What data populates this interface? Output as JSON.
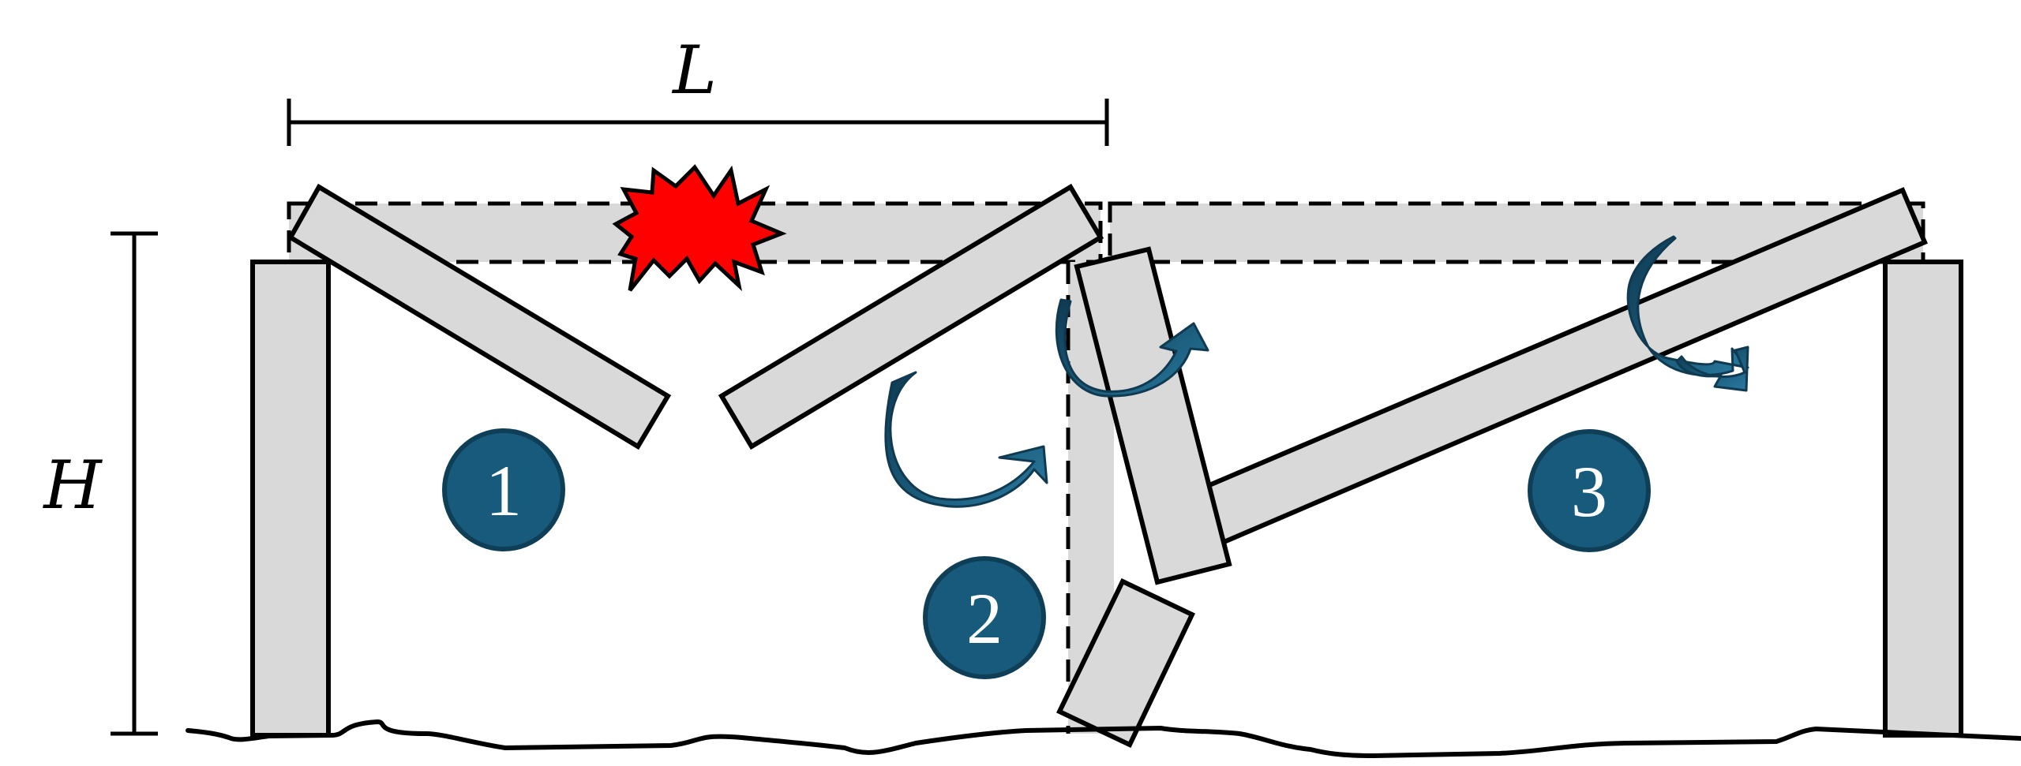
{
  "dimensions": {
    "span_label": "L",
    "height_label": "H"
  },
  "mechanisms": [
    {
      "number": "1"
    },
    {
      "number": "2"
    },
    {
      "number": "3"
    }
  ],
  "colors": {
    "member_fill": "#d9d9d9",
    "outline": "#000000",
    "badge_fill": "#175a7b",
    "badge_stroke": "#0f3f56",
    "arrow_fill": "#1a5a78",
    "arrow_shadow": "#0f3a52",
    "explosion_fill": "#ff0000"
  },
  "icons": {
    "blast": "explosion-icon",
    "rotation": "curved-arrow-icon"
  }
}
